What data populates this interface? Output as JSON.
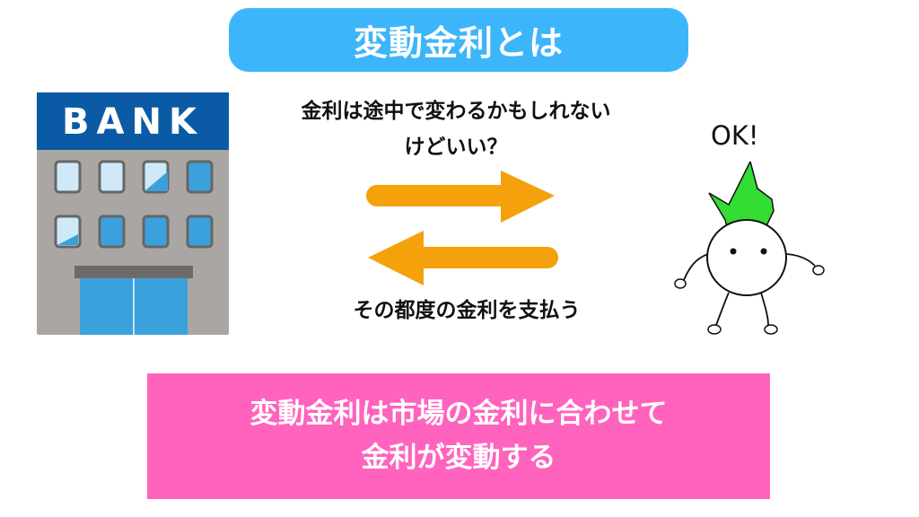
{
  "title": "変動金利とは",
  "bank": {
    "sign": "BANK",
    "icon": "bank-building-icon"
  },
  "question": {
    "line1": "金利は途中で変わるかもしれない",
    "line2": "けどいい？"
  },
  "answer": "その都度の金利を支払う",
  "character": {
    "speech": "OK!",
    "icon": "turnip-character-icon"
  },
  "summary": {
    "line1": "変動金利は市場の金利に合わせて",
    "line2": "金利が変動する"
  },
  "colors": {
    "title_bg": "#3db5fb",
    "summary_bg": "#ff63bd",
    "arrow": "#f4a10c",
    "bank_header": "#0b5aa5",
    "bank_body": "#a9a6a3",
    "leaf": "#33dd33"
  }
}
